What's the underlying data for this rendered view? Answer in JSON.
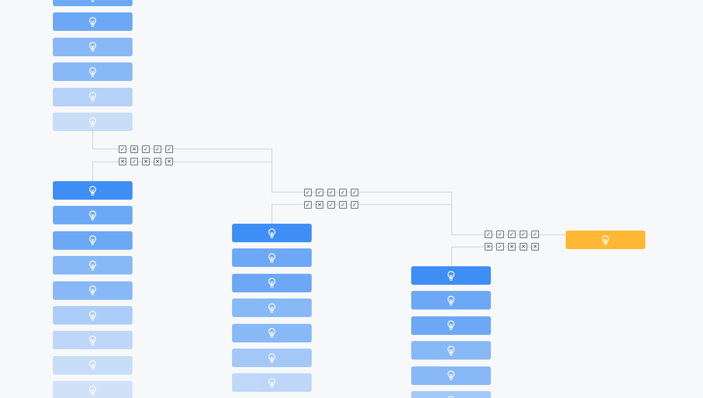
{
  "colors": {
    "background": "#f7f8fa",
    "connector": "#c9ced6",
    "winner": "#ffb833",
    "leader": "#3f8ef5",
    "check_border": "#5a6270"
  },
  "icons": {
    "node": "lightbulb-icon",
    "yes": "check-box-icon",
    "no": "cross-box-icon"
  },
  "levels": {
    "yes": "☑",
    "no": "☒"
  },
  "columns": [
    {
      "name": "column-1",
      "node_opacities": [
        0.25,
        0.35,
        0.6,
        0.6,
        0.75,
        0.75
      ]
    },
    {
      "name": "column-2",
      "node_opacities": [
        1,
        0.75,
        0.75,
        0.6,
        0.6,
        0.4,
        0.3,
        0.25,
        0.2
      ]
    },
    {
      "name": "column-3",
      "node_opacities": [
        1,
        0.75,
        0.75,
        0.6,
        0.6,
        0.45,
        0.3
      ]
    },
    {
      "name": "column-4",
      "node_opacities": [
        1,
        0.75,
        0.75,
        0.6,
        0.6,
        0.45
      ]
    }
  ],
  "votes": [
    {
      "name": "vote-row-1",
      "marks": [
        "yes",
        "no",
        "yes",
        "yes",
        "yes"
      ]
    },
    {
      "name": "vote-row-2",
      "marks": [
        "no",
        "yes",
        "no",
        "no",
        "no"
      ]
    },
    {
      "name": "vote-row-3",
      "marks": [
        "yes",
        "yes",
        "yes",
        "yes",
        "yes"
      ]
    },
    {
      "name": "vote-row-4",
      "marks": [
        "yes",
        "no",
        "yes",
        "yes",
        "yes"
      ]
    },
    {
      "name": "vote-row-5",
      "marks": [
        "yes",
        "yes",
        "yes",
        "yes",
        "yes"
      ]
    },
    {
      "name": "vote-row-6",
      "marks": [
        "no",
        "yes",
        "no",
        "no",
        "no"
      ]
    }
  ],
  "winner": {
    "name": "winner-node"
  }
}
